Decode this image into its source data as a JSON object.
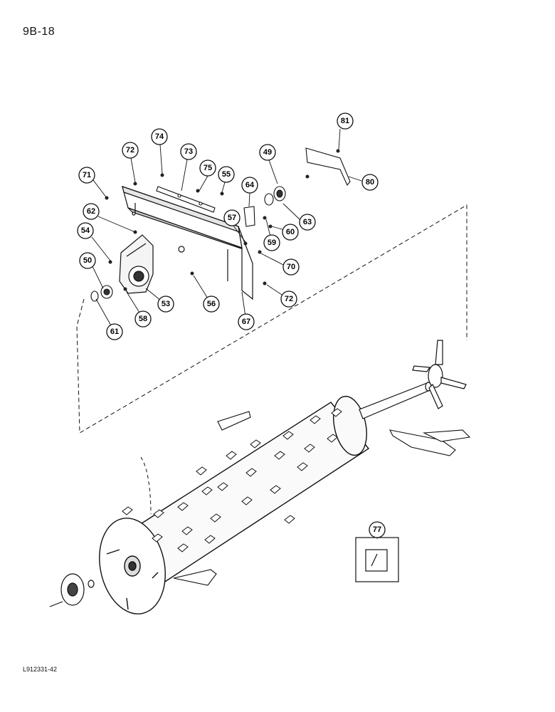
{
  "page": {
    "number": "9B-18",
    "footer_code": "L912331-42"
  },
  "callouts": [
    {
      "id": "81",
      "label": "81"
    },
    {
      "id": "74",
      "label": "74"
    },
    {
      "id": "72a",
      "label": "72"
    },
    {
      "id": "73",
      "label": "73"
    },
    {
      "id": "75",
      "label": "75"
    },
    {
      "id": "55",
      "label": "55"
    },
    {
      "id": "49",
      "label": "49"
    },
    {
      "id": "80",
      "label": "80"
    },
    {
      "id": "71",
      "label": "71"
    },
    {
      "id": "64",
      "label": "64"
    },
    {
      "id": "62",
      "label": "62"
    },
    {
      "id": "57",
      "label": "57"
    },
    {
      "id": "63",
      "label": "63"
    },
    {
      "id": "60",
      "label": "60"
    },
    {
      "id": "54",
      "label": "54"
    },
    {
      "id": "59",
      "label": "59"
    },
    {
      "id": "70",
      "label": "70"
    },
    {
      "id": "50",
      "label": "50"
    },
    {
      "id": "53",
      "label": "53"
    },
    {
      "id": "56",
      "label": "56"
    },
    {
      "id": "72b",
      "label": "72"
    },
    {
      "id": "58",
      "label": "58"
    },
    {
      "id": "67",
      "label": "67"
    },
    {
      "id": "61",
      "label": "61"
    },
    {
      "id": "77",
      "label": "77"
    }
  ]
}
